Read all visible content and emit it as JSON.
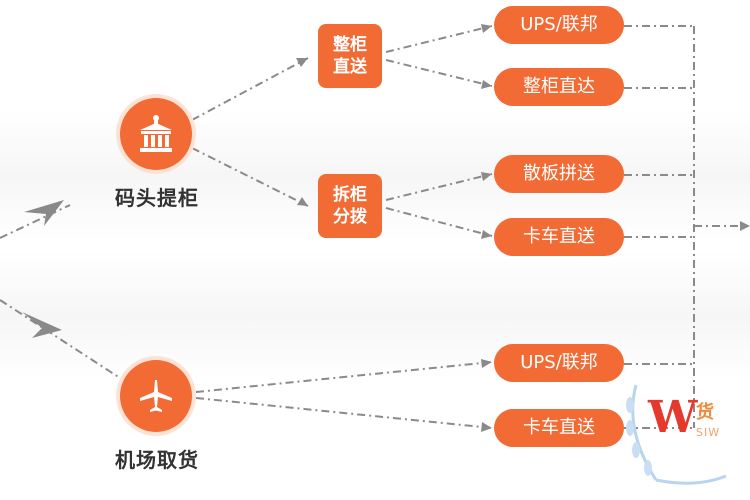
{
  "hubs": {
    "dock": {
      "label": "码头提柜",
      "icon": "building-icon"
    },
    "airport": {
      "label": "机场取货",
      "icon": "airplane-icon"
    }
  },
  "mid_nodes": {
    "full_container": {
      "line1": "整柜",
      "line2": "直送"
    },
    "devanning": {
      "line1": "拆柜",
      "line2": "分拨"
    }
  },
  "destinations": {
    "ups_fedex_1": "UPS/联邦",
    "full_direct": "整柜直达",
    "scattered": "散板拼送",
    "truck_1": "卡车直送",
    "ups_fedex_2": "UPS/联邦",
    "truck_2": "卡车直送"
  },
  "watermark": {
    "letter": "W",
    "cn": "货",
    "en": "SIW"
  },
  "colors": {
    "accent": "#f26a34",
    "line": "#8a8a8a",
    "text": "#333333"
  }
}
